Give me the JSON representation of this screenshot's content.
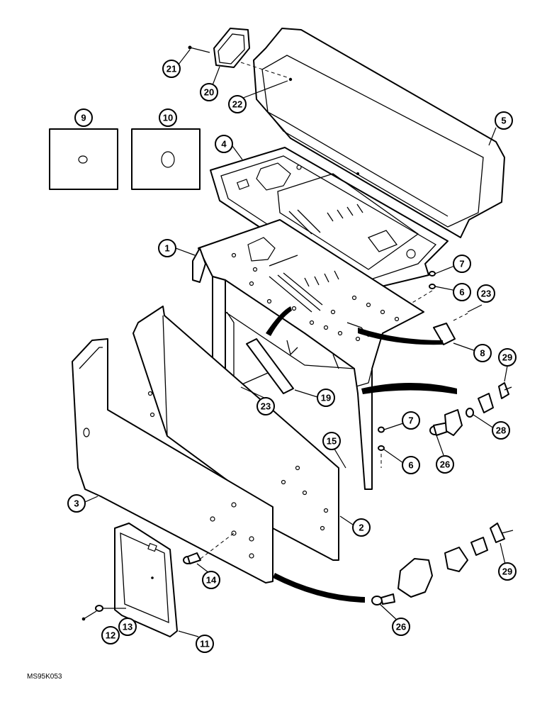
{
  "callouts": [
    {
      "id": "c1",
      "label": "1"
    },
    {
      "id": "c2",
      "label": "2"
    },
    {
      "id": "c3",
      "label": "3"
    },
    {
      "id": "c4",
      "label": "4"
    },
    {
      "id": "c5",
      "label": "5"
    },
    {
      "id": "c6a",
      "label": "6"
    },
    {
      "id": "c6b",
      "label": "6"
    },
    {
      "id": "c7a",
      "label": "7"
    },
    {
      "id": "c7b",
      "label": "7"
    },
    {
      "id": "c8",
      "label": "8"
    },
    {
      "id": "c9",
      "label": "9"
    },
    {
      "id": "c10",
      "label": "10"
    },
    {
      "id": "c11",
      "label": "11"
    },
    {
      "id": "c12",
      "label": "12"
    },
    {
      "id": "c13",
      "label": "13"
    },
    {
      "id": "c14",
      "label": "14"
    },
    {
      "id": "c15",
      "label": "15"
    },
    {
      "id": "c19",
      "label": "19"
    },
    {
      "id": "c20",
      "label": "20"
    },
    {
      "id": "c21",
      "label": "21"
    },
    {
      "id": "c22",
      "label": "22"
    },
    {
      "id": "c23a",
      "label": "23"
    },
    {
      "id": "c23b",
      "label": "23"
    },
    {
      "id": "c26a",
      "label": "26"
    },
    {
      "id": "c26b",
      "label": "26"
    },
    {
      "id": "c28",
      "label": "28"
    },
    {
      "id": "c29a",
      "label": "29"
    },
    {
      "id": "c29b",
      "label": "29"
    }
  ],
  "drawing_code": "MS95K053"
}
